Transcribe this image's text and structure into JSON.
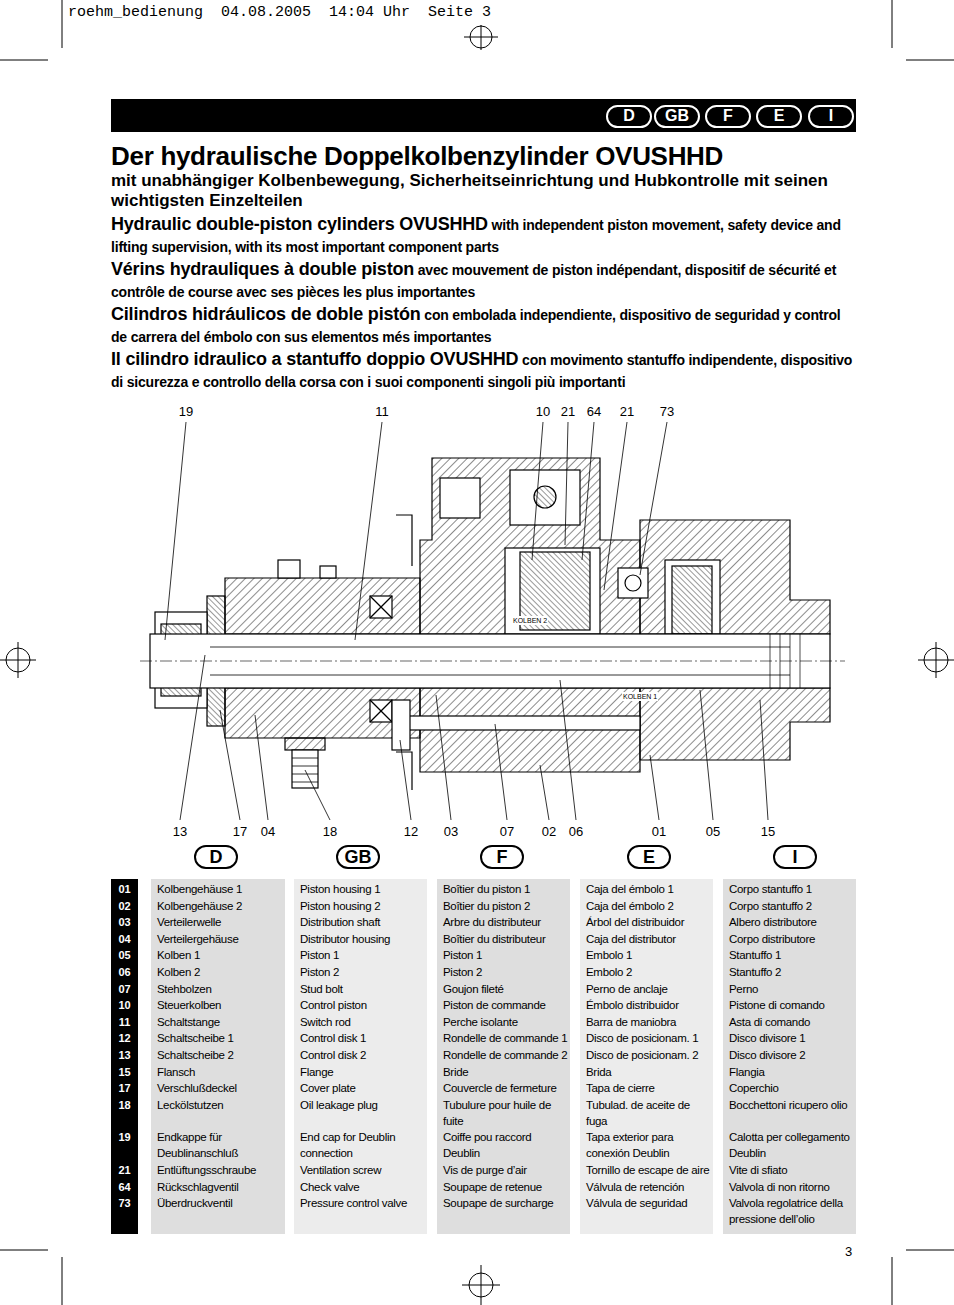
{
  "diagram": {
    "title": "Der hydraulische Doppelkolbenzylinder OVUSHHD",
    "nodes": [
      {
        "text": [
          "D"
        ]
      },
      {
        "text": [
          "GB"
        ]
      },
      {
        "text": [
          "F"
        ]
      },
      {
        "text": [
          "E"
        ]
      },
      {
        "text": [
          "I"
        ]
      },
      {
        "text": [
          "D"
        ]
      },
      {
        "text": [
          "GB"
        ]
      },
      {
        "text": [
          "F"
        ]
      },
      {
        "text": [
          "E"
        ]
      },
      {
        "text": [
          "I"
        ]
      }
    ],
    "labels": [
      "roehm_bedienung  04.08.2005  14:04 Uhr  Seite 3",
      "mit unabhängiger Kolbenbewegung, Sicherheitseinrichtung und Hubkontrolle mit seinen wichtigsten Einzelteilen",
      "Hydraulic double-piston cylinders OVUSHHD",
      "with independent piston movement, safety device and lifting supervision, with its most important component parts",
      "Vérins hydrauliques à double piston",
      "avec mouvement de piston indépendant, dispositif de sécurité et contrôle de course avec ses pièces les plus importantes",
      "Cilindros hidráulicos de doble pistón",
      "con embolada independiente, dispositivo de seguridad y control de carrera del émbolo con sus elementos més importantes",
      "Il cilindro idraulico a stantuffo doppio OVUSHHD",
      "con movimento stantuffo indipendente, dispositivo di sicurezza e controllo della corsa con i suoi componenti singoli più importanti",
      "19",
      "11",
      "10",
      "21",
      "64",
      "21",
      "73",
      "13",
      "17",
      "04",
      "18",
      "12",
      "03",
      "07",
      "02",
      "06",
      "01",
      "05",
      "15",
      "KOLBEN 2",
      "KOLBEN 1",
      "3",
      "01",
      "Kolbengehäuse 1",
      "Piston housing 1",
      "Boîtier du piston 1",
      "Caja del émbolo 1",
      "Corpo stantuffo 1",
      "02",
      "Kolbengehäuse 2",
      "Piston housing 2",
      "Boîtier du piston 2",
      "Caja del émbolo 2",
      "Corpo stantuffo 2",
      "03",
      "Verteilerwelle",
      "Distribution shaft",
      "Arbre du distributeur",
      "Árbol del distribuidor",
      "Albero distributore",
      "04",
      "Verteilergehäuse",
      "Distributor housing",
      "Boîtier du distributeur",
      "Caja del distributor",
      "Corpo distributore",
      "05",
      "Kolben 1",
      "Piston 1",
      "Piston 1",
      "Embolo 1",
      "Stantuffo 1",
      "06",
      "Kolben 2",
      "Piston 2",
      "Piston 2",
      "Embolo 2",
      "Stantuffo 2",
      "07",
      "Stehbolzen",
      "Stud bolt",
      "Goujon fileté",
      "Perno de anclaje",
      "Perno",
      "10",
      "Steuerkolben",
      "Control piston",
      "Piston de commande",
      "Émbolo distribuidor",
      "Pistone di comando",
      "11",
      "Schaltstange",
      "Switch rod",
      "Perche isolante",
      "Barra de maniobra",
      "Asta di comando",
      "12",
      "Schaltscheibe 1",
      "Control disk 1",
      "Rondelle de commande 1",
      "Disco de posicionam. 1",
      "Disco divisore 1",
      "13",
      "Schaltscheibe 2",
      "Control disk 2",
      "Rondelle de commande 2",
      "Disco de posicionam. 2",
      "Disco divisore 2",
      "15",
      "Flansch",
      "Flange",
      "Bride",
      "Brida",
      "Flangia",
      "17",
      "Verschlußdeckel",
      "Cover plate",
      "Couvercle de fermeture",
      "Tapa de cierre",
      "Coperchio",
      "18",
      "Leckölstutzen",
      "Oil leakage plug",
      "Tubulure pour huile de fuite",
      "Tubulad. de aceite de fuga",
      "Bocchettoni ricupero olio",
      "19",
      "Endkappe für Deublinanschluß",
      "End cap for Deublin connection",
      "Coiffe pou raccord Deublin",
      "Tapa exterior para conexión Deublin",
      "Calotta per collegamento Deublin",
      "21",
      "Entlüftungsschraube",
      "Ventilation screw",
      "Vis de purge d’air",
      "Tornillo de escape de aire",
      "Vite di sfiato",
      "64",
      "Rückschlagventil",
      "Check valve",
      "Soupape de retenue",
      "Válvula de retención",
      "Valvola di non ritorno",
      "73",
      "Überdruckventil",
      "Pressure control valve",
      "Soupape de surcharge",
      "Válvula de seguridad",
      "Valvola regolatrice della pressione dell’olio"
    ]
  }
}
